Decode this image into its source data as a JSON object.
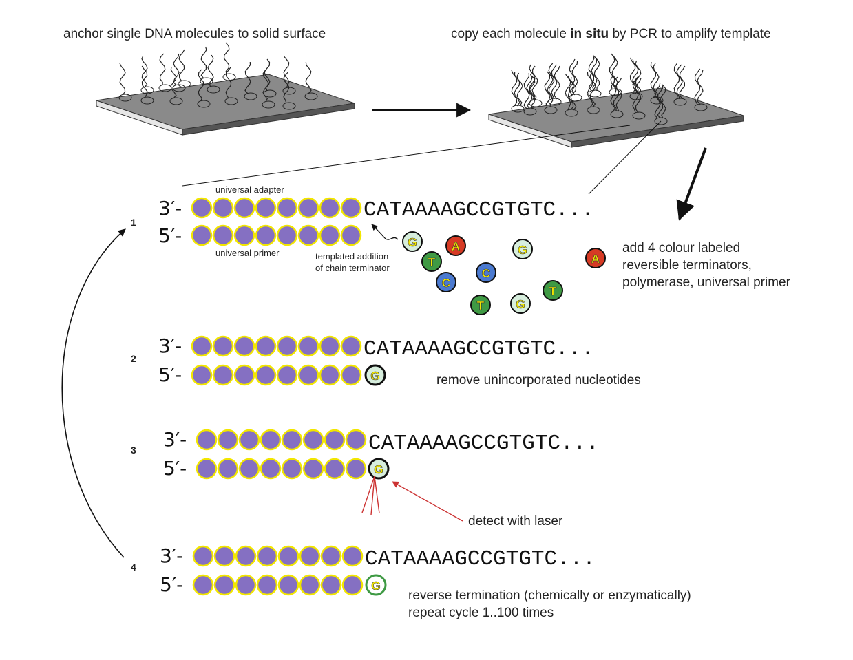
{
  "colors": {
    "bead": "#8570c2",
    "bead_outline": "#f2e600",
    "A": "#d63a24",
    "C": "#4b7ad0",
    "G": "#d7eedd",
    "T": "#3f9a44",
    "nt_letter": "#f2e600",
    "laser": "#cc3333",
    "slide_top": "#8a8a8a",
    "slide_side": "#555555"
  },
  "captions": {
    "anchor": "anchor single DNA molecules to solid surface",
    "copy_pre": "copy each molecule ",
    "copy_bold": "in situ",
    "copy_post": " by PCR to amplify template"
  },
  "labels": {
    "universal_adapter": "universal adapter",
    "universal_primer": "universal primer",
    "templated_1": "templated addition",
    "templated_2": "of chain terminator",
    "add_1": "add 4 colour labeled",
    "add_2": "reversible terminators,",
    "add_3": "polymerase, universal primer",
    "remove": "remove unincorporated nucleotides",
    "detect": "detect with laser",
    "reverse_1": "reverse termination (chemically or enzymatically)",
    "reverse_2": "repeat cycle 1..100 times"
  },
  "steps": [
    {
      "number": "1",
      "end3": "3′-",
      "end5": "5′-",
      "sequence": "CATAAAAGCCGTGTC...",
      "incorporated": ""
    },
    {
      "number": "2",
      "end3": "3′-",
      "end5": "5′-",
      "sequence": "CATAAAAGCCGTGTC...",
      "incorporated": "G"
    },
    {
      "number": "3",
      "end3": "3′-",
      "end5": "5′-",
      "sequence": "CATAAAAGCCGTGTC...",
      "incorporated": "G"
    },
    {
      "number": "4",
      "end3": "3′-",
      "end5": "5′-",
      "sequence": "CATAAAAGCCGTGTC...",
      "incorporated": "G"
    }
  ],
  "free_nucleotides": [
    "G",
    "A",
    "T",
    "G",
    "A",
    "C",
    "C",
    "T",
    "T",
    "G"
  ]
}
